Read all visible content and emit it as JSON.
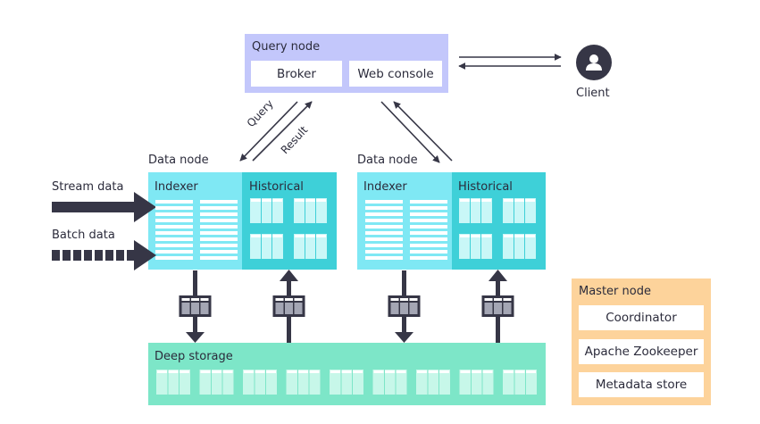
{
  "query_node": {
    "title": "Query node",
    "broker": "Broker",
    "web_console": "Web console"
  },
  "client": {
    "label": "Client"
  },
  "flow": {
    "query": "Query",
    "result": "Result"
  },
  "data_nodes": [
    {
      "title": "Data node",
      "indexer": "Indexer",
      "historical": "Historical"
    },
    {
      "title": "Data node",
      "indexer": "Indexer",
      "historical": "Historical"
    }
  ],
  "inputs": {
    "stream": "Stream data",
    "batch": "Batch data"
  },
  "deep_storage": {
    "title": "Deep storage"
  },
  "master_node": {
    "title": "Master node",
    "items": [
      "Coordinator",
      "Apache Zookeeper",
      "Metadata store"
    ]
  },
  "colors": {
    "query_node": "#c3c7fb",
    "indexer": "#7fe8f4",
    "historical": "#3ed0d8",
    "deep_storage": "#7de6c8",
    "master_node": "#fdd39b",
    "arrow": "#363646",
    "segment": "#a4a6b4",
    "client": "#363646"
  }
}
